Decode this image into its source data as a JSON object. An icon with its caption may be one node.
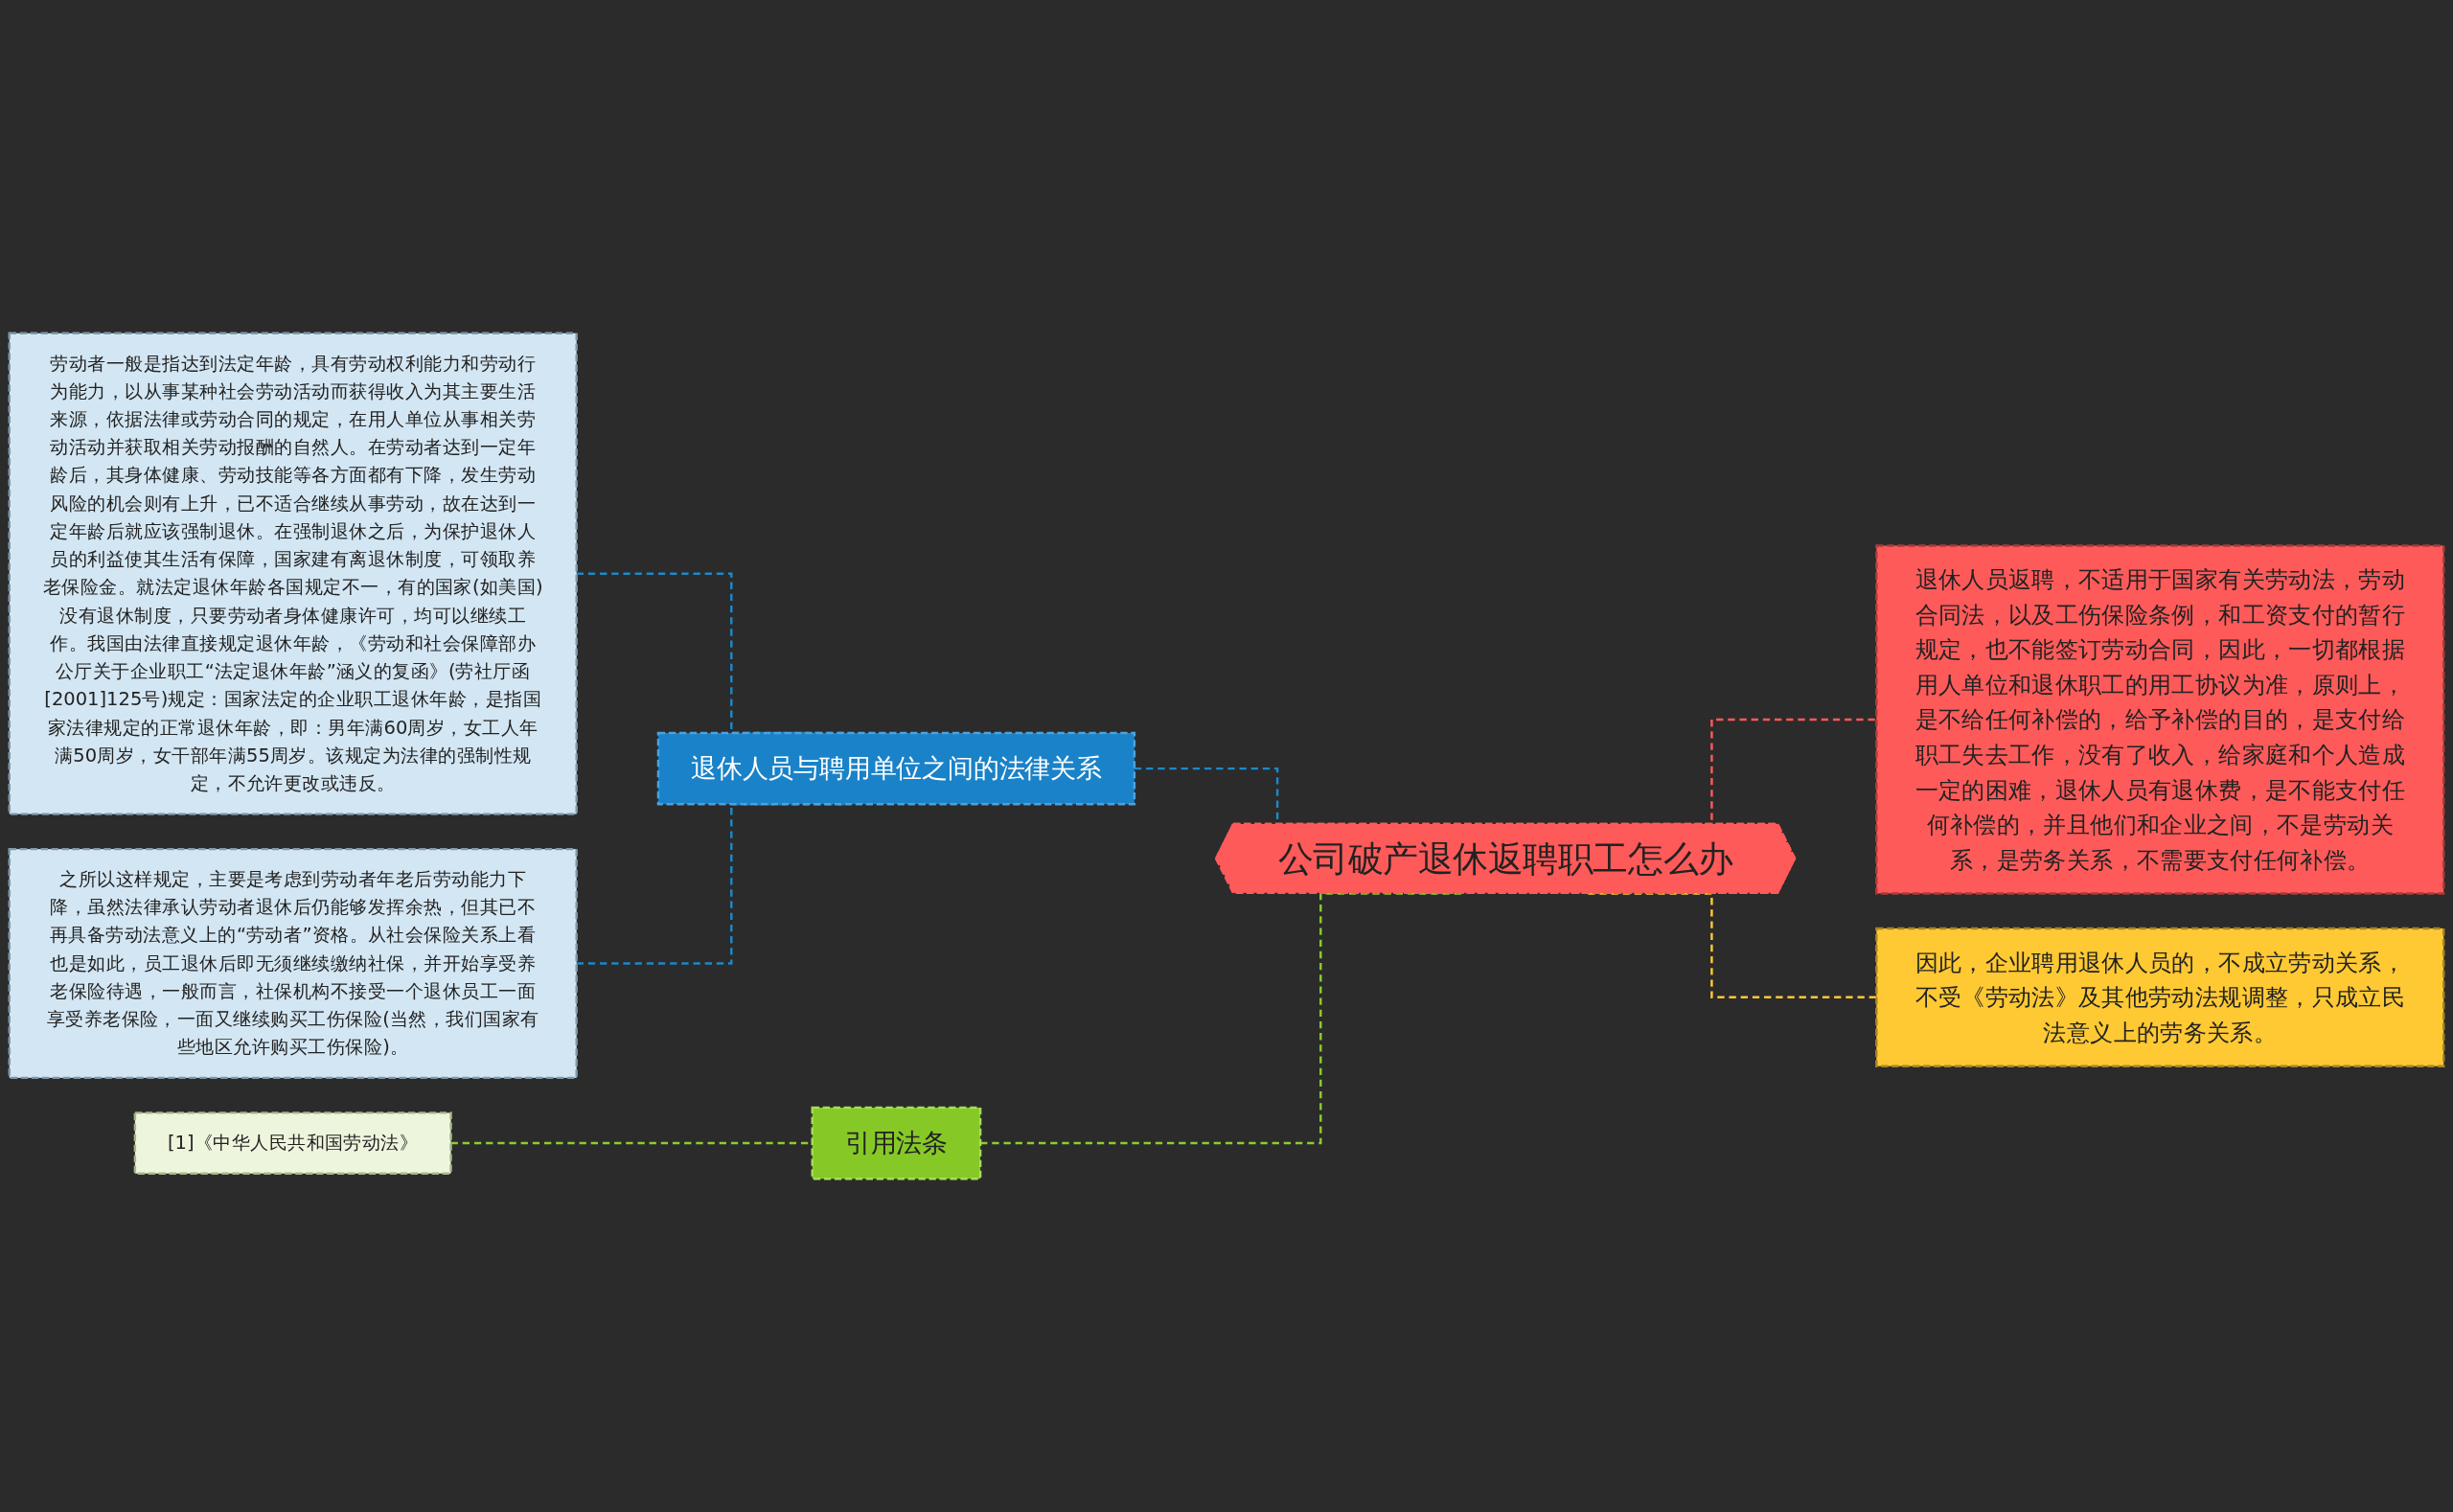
{
  "diagram": {
    "nodes": [
      {
        "text": [
          "公司破产退休返聘职工怎么办"
        ]
      },
      {
        "text": [
          "退休人员与聘用单位之间的法律关系"
        ]
      },
      {
        "text": [
          "劳动者一般是指达到法定年龄，具有劳动权利能力和劳动行为能力，以从事某种社会劳动活动而获得收入为其主要生活来源，依据法律或劳动合同的规定，在用人单位从事相关劳动活动并获取相关劳动报酬的自然人。在劳动者达到一定年龄后，其身体健康、劳动技能等各方面都有下降，发生劳动风险的机会则有上升，已不适合继续从事劳动，故在达到一定年龄后就应该强制退休。在强制退休之后，为保护退休人员的利益使其生活有保障，国家建有离退休制度，可领取养老保险金。就法定退休年龄各国规定不一，有的国家(如美国)没有退休制度，只要劳动者身体健康许可，均可以继续工作。我国由法律直接规定退休年龄，《劳动和社会保障部办公厅关于企业职工“法定退休年龄”涵义的复函》(劳社厅函[2001]125号)规定：国家法定的企业职工退休年龄，是指国家法律规定的正常退休年龄，即：男年满60周岁，女工人年满50周岁，女干部年满55周岁。该规定为法律的强制性规定，不允许更改或违反。"
        ]
      },
      {
        "text": [
          "之所以这样规定，主要是考虑到劳动者年老后劳动能力下降，虽然法律承认劳动者退休后仍能够发挥余热，但其已不再具备劳动法意义上的“劳动者”资格。从社会保险关系上看也是如此，员工退休后即无须继续缴纳社保，并开始享受养老保险待遇，一般而言，社保机构不接受一个退休员工一面享受养老保险，一面又继续购买工伤保险(当然，我们国家有些地区允许购买工伤保险)。"
        ]
      },
      {
        "text": [
          "引用法条"
        ]
      },
      {
        "text": [
          "[1]《中华人民共和国劳动法》"
        ]
      },
      {
        "text": [
          "退休人员返聘，不适用于国家有关劳动法，劳动合同法，以及工伤保险条例，和工资支付的暂行规定，也不能签订劳动合同，因此，一切都根据用人单位和退休职工的用工协议为准，原则上，是不给任何补偿的，给予补偿的目的，是支付给职工失去工作，没有了收入，给家庭和个人造成一定的困难，退休人员有退休费，是不能支付任何补偿的，并且他们和企业之间，不是劳动关系，是劳务关系，不需要支付任何补偿。"
        ]
      },
      {
        "text": [
          "因此，企业聘用退休人员的，不成立劳动关系，不受《劳动法》及其他劳动法规调整，只成立民法意义上的劳务关系。"
        ]
      }
    ],
    "edges": [
      {
        "from": 2,
        "to": 1,
        "arrow": "none",
        "style": "dashed",
        "color": "#1e88c8"
      },
      {
        "from": 3,
        "to": 1,
        "arrow": "none",
        "style": "dashed",
        "color": "#1e88c8"
      },
      {
        "from": 1,
        "to": 0,
        "arrow": "none",
        "style": "dashed",
        "color": "#1e88c8"
      },
      {
        "from": 5,
        "to": 4,
        "arrow": "none",
        "style": "dashed",
        "color": "#8ccd2a"
      },
      {
        "from": 4,
        "to": 0,
        "arrow": "none",
        "style": "dashed",
        "color": "#8ccd2a"
      },
      {
        "from": 0,
        "to": 6,
        "arrow": "none",
        "style": "dashed",
        "color": "#ff5a5a"
      },
      {
        "from": 0,
        "to": 7,
        "arrow": "none",
        "style": "dashed",
        "color": "#ffc933"
      }
    ]
  }
}
